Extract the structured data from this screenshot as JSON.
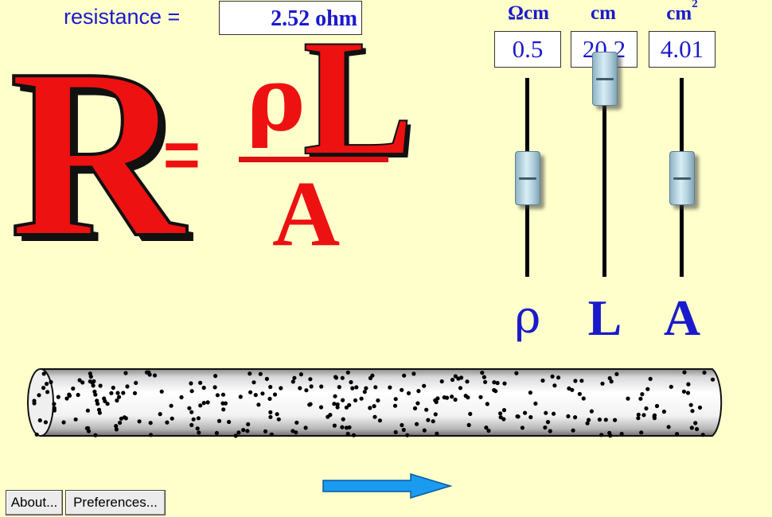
{
  "resistance": {
    "label": "resistance =",
    "value": "2.52 ohm"
  },
  "formula": {
    "r": "R",
    "equals": "=",
    "rho": "ρ",
    "l": "L",
    "a": "A"
  },
  "sliders": [
    {
      "id": "rho",
      "unit": "Ωcm",
      "unit_sup": "",
      "value": "0.5",
      "label": "ρ",
      "level": 0.5
    },
    {
      "id": "length",
      "unit": "cm",
      "unit_sup": "",
      "value": "20.2",
      "label": "L",
      "level": 1.0
    },
    {
      "id": "area",
      "unit": "cm",
      "unit_sup": "2",
      "value": "4.01",
      "label": "A",
      "level": 0.5
    }
  ],
  "buttons": {
    "about": "About...",
    "preferences": "Preferences..."
  },
  "colors": {
    "background": "#ffffcc",
    "formula_red": "#ee1111",
    "text_blue": "#1a1acc",
    "arrow_blue": "#1b9bef"
  },
  "icons": {
    "current_arrow": "right-arrow-icon"
  }
}
